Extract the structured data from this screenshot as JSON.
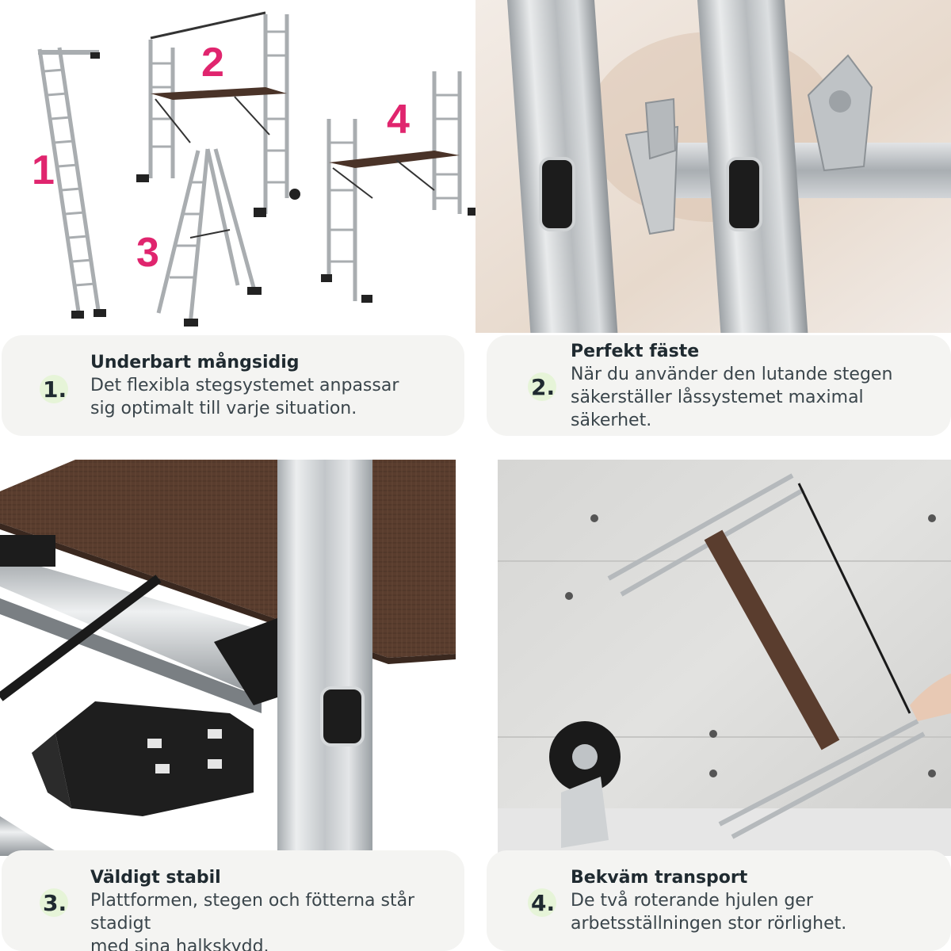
{
  "features": [
    {
      "number": "1.",
      "title": "Underbart mångsidig",
      "lines": [
        "Det flexibla stegsystemet anpassar",
        "sig optimalt till varje situation."
      ]
    },
    {
      "number": "2.",
      "title": "Perfekt fäste",
      "lines": [
        "När du använder den lutande stegen",
        "säkerställer låssystemet maximal",
        "säkerhet."
      ]
    },
    {
      "number": "3.",
      "title": "Väldigt stabil",
      "lines": [
        "Plattformen, stegen och fötterna står stadigt",
        "med sina halkskydd."
      ]
    },
    {
      "number": "4.",
      "title": "Bekväm transport",
      "lines": [
        "De två roterande hjulen ger",
        "arbetsställningen stor rörlighet."
      ]
    }
  ],
  "config_labels": [
    "1",
    "2",
    "3",
    "4"
  ],
  "colors": {
    "accent_pink": "#e0256e",
    "number_circle": "#e6f4d8",
    "card_bg": "#f4f4f2",
    "platform_brown": "#5a3d2e"
  }
}
